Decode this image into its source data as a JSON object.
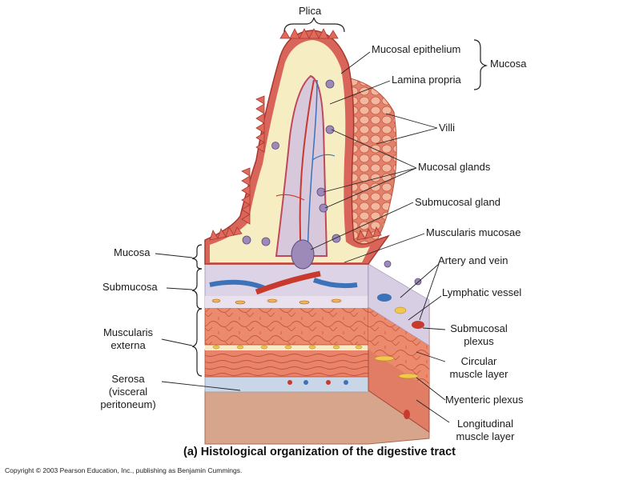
{
  "labels": {
    "plica": "Plica",
    "mucosal_epithelium": "Mucosal  epithelium",
    "lamina_propria": "Lamina propria",
    "mucosa_right": "Mucosa",
    "villi": "Villi",
    "mucosal_glands": "Mucosal glands",
    "submucosal_gland": "Submucosal gland",
    "muscularis_mucosae": "Muscularis mucosae",
    "artery_and_vein": "Artery and vein",
    "lymphatic_vessel": "Lymphatic vessel",
    "submucosal_plexus_1": "Submucosal",
    "submucosal_plexus_2": "plexus",
    "circular_muscle_1": "Circular",
    "circular_muscle_2": "muscle layer",
    "myenteric_plexus": "Myenteric plexus",
    "longitudinal_muscle_1": "Longitudinal",
    "longitudinal_muscle_2": "muscle layer",
    "mucosa_left": "Mucosa",
    "submucosa": "Submucosa",
    "muscularis_externa_1": "Muscularis",
    "muscularis_externa_2": "externa",
    "serosa_1": "Serosa",
    "serosa_2": "(visceral",
    "serosa_3": "peritoneum)"
  },
  "caption": "(a) Histological organization of the digestive tract",
  "copyright": "Copyright © 2003 Pearson Education, Inc., publishing as Benjamin Cummings.",
  "colors": {
    "epithelium": "#d9645a",
    "lamina": "#f6eec2",
    "submucosa": "#d9d2e6",
    "muscle": "#e8836a",
    "muscle_dark": "#c4553f",
    "artery": "#c83a2e",
    "vein": "#3c73b8",
    "serosa": "#c9d6e8",
    "base": "#d4a389"
  }
}
